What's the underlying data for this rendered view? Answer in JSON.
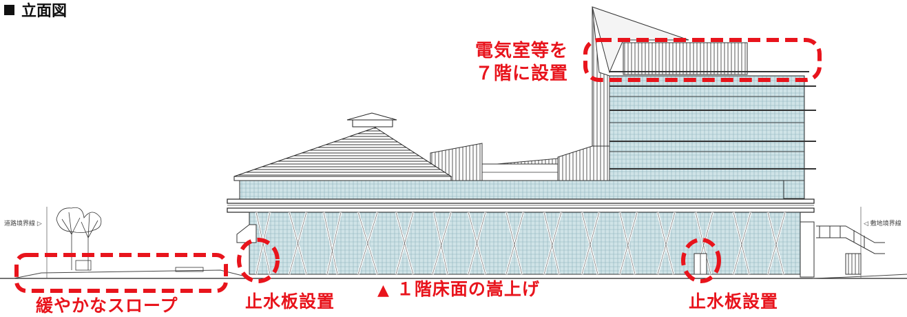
{
  "heading": "立面図",
  "annotations": {
    "electrical_line1": "電気室等を",
    "electrical_line2": "７階に設置",
    "slope": "緩やかなスロープ",
    "stop_left": "止水板設置",
    "stop_right": "止水板設置",
    "floor_raise": "１階床面の嵩上げ"
  },
  "boundaries": {
    "left": "道路境界線",
    "right": "敷地境界線"
  },
  "colors": {
    "accent_red": "#e8141c",
    "glass": "#bcd8de"
  }
}
